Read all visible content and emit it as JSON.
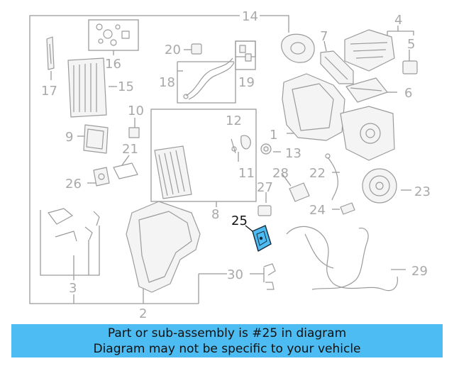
{
  "diagram": {
    "highlight_color": "#4dbcf2",
    "callout_color": "#a9a9a9",
    "highlighted_callout": "25",
    "callouts": [
      "14",
      "4",
      "7",
      "5",
      "20",
      "16",
      "18",
      "19",
      "6",
      "17",
      "15",
      "10",
      "12",
      "1",
      "9",
      "21",
      "13",
      "11",
      "22",
      "28",
      "26",
      "27",
      "23",
      "8",
      "24",
      "25",
      "29",
      "30",
      "3",
      "2"
    ]
  },
  "banner": {
    "line1": "Part or sub-assembly is #25 in diagram",
    "line2": "Diagram may not be specific to your vehicle"
  }
}
